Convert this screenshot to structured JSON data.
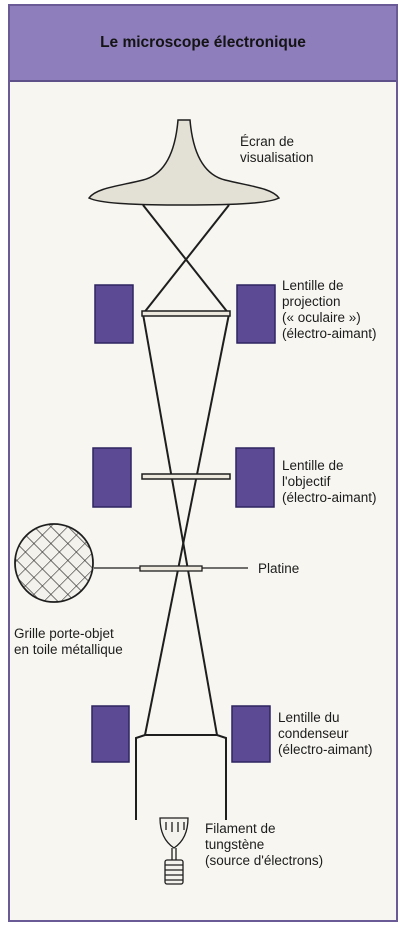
{
  "title": "Le microscope électronique",
  "colors": {
    "banner": "#8e7ebc",
    "magnet": "#5c4a95",
    "panel": "#f7f6f1",
    "line": "#1e1e1e"
  },
  "labels": {
    "screen": [
      "Écran de",
      "visualisation"
    ],
    "projection": [
      "Lentille de",
      "projection",
      "(« oculaire »)",
      "(électro-aimant)"
    ],
    "objective": [
      "Lentille de",
      "l'objectif",
      "(électro-aimant)"
    ],
    "stage": [
      "Platine"
    ],
    "grid": [
      "Grille porte-objet",
      "en toile métallique"
    ],
    "condenser": [
      "Lentille du",
      "condenseur",
      "(électro-aimant)"
    ],
    "filament": [
      "Filament de",
      "tungstène",
      "(source d'électrons)"
    ]
  },
  "icons": [
    "viewing-screen-icon",
    "electromagnet-icon",
    "specimen-grid-icon",
    "tungsten-filament-icon"
  ]
}
